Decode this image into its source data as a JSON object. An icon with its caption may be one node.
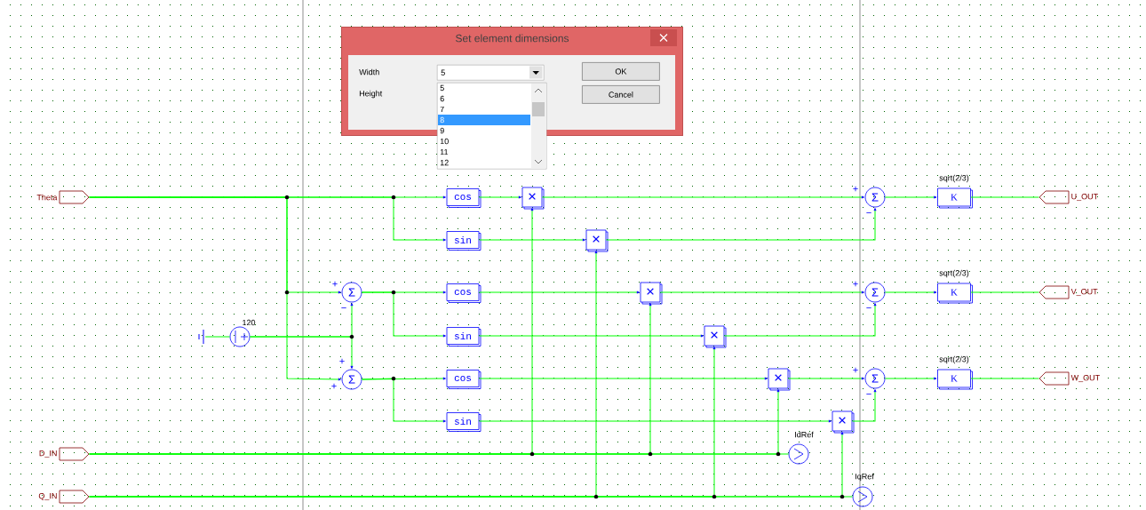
{
  "diagram": {
    "nodes": [
      {
        "text": [
          "Set element dimensions"
        ]
      },
      {
        "text": [
          "5"
        ],
        "in": 0
      },
      {
        "text": [
          "5",
          "6",
          "7",
          "8",
          "9",
          "10",
          "11",
          "12"
        ]
      },
      {
        "text": [
          "OK"
        ],
        "in": 0
      },
      {
        "text": [
          "Cancel"
        ],
        "in": 0
      },
      {
        "text": [
          "Theta"
        ]
      },
      {
        "text": [
          "D_IN"
        ]
      },
      {
        "text": [
          "Q_IN"
        ]
      },
      {
        "text": [],
        "shape": "ground"
      },
      {
        "text": [],
        "shape": "circle",
        "beside": [
          "120"
        ]
      },
      {
        "text": [
          "Σ"
        ],
        "beside": [
          "+",
          "−"
        ]
      },
      {
        "text": [
          "Σ"
        ],
        "beside": [
          "+",
          "+"
        ]
      },
      {
        "text": [
          "cos"
        ]
      },
      {
        "text": [
          "sin"
        ]
      },
      {
        "text": [
          "cos"
        ]
      },
      {
        "text": [
          "sin"
        ]
      },
      {
        "text": [
          "cos"
        ]
      },
      {
        "text": [
          "sin"
        ]
      },
      {
        "text": [
          "×"
        ]
      },
      {
        "text": [
          "×"
        ]
      },
      {
        "text": [
          "×"
        ]
      },
      {
        "text": [
          "×"
        ]
      },
      {
        "text": [
          "×"
        ]
      },
      {
        "text": [],
        "shape": "circle",
        "beside": [
          "IdRef"
        ]
      },
      {
        "text": [
          "×"
        ]
      },
      {
        "text": [],
        "shape": "circle",
        "beside": [
          "IqRef"
        ]
      },
      {
        "text": [
          "Σ"
        ],
        "beside": [
          "+",
          "−"
        ]
      },
      {
        "text": [
          "K"
        ],
        "beside": [
          "sqrt(2/3)"
        ]
      },
      {
        "text": [
          "U_OUT"
        ]
      },
      {
        "text": [
          "Σ"
        ],
        "beside": [
          "+",
          "−"
        ]
      },
      {
        "text": [
          "K"
        ],
        "beside": [
          "sqrt(2/3)"
        ]
      },
      {
        "text": [
          "V_OUT"
        ]
      },
      {
        "text": [
          "Σ"
        ],
        "beside": [
          "+",
          "−"
        ]
      },
      {
        "text": [
          "K"
        ],
        "beside": [
          "sqrt(2/3)"
        ]
      },
      {
        "text": [
          "W_OUT"
        ]
      }
    ],
    "edges": [
      {
        "from": 5,
        "to": 12,
        "arrow": "to"
      },
      {
        "from": 5,
        "to": 13,
        "arrow": "to"
      },
      {
        "from": 5,
        "to": 10,
        "arrow": "to"
      },
      {
        "from": 5,
        "to": 11,
        "arrow": "to"
      },
      {
        "from": 8,
        "to": 9,
        "arrow": "none"
      },
      {
        "from": 9,
        "to": 10,
        "arrow": "to"
      },
      {
        "from": 9,
        "to": 11,
        "arrow": "to"
      },
      {
        "from": 10,
        "to": 14,
        "arrow": "to"
      },
      {
        "from": 10,
        "to": 15,
        "arrow": "to"
      },
      {
        "from": 11,
        "to": 16,
        "arrow": "to"
      },
      {
        "from": 11,
        "to": 17,
        "arrow": "to"
      },
      {
        "from": 12,
        "to": 18,
        "arrow": "to"
      },
      {
        "from": 13,
        "to": 19,
        "arrow": "to"
      },
      {
        "from": 14,
        "to": 20,
        "arrow": "to"
      },
      {
        "from": 15,
        "to": 21,
        "arrow": "to"
      },
      {
        "from": 16,
        "to": 22,
        "arrow": "to"
      },
      {
        "from": 17,
        "to": 24,
        "arrow": "to"
      },
      {
        "from": 6,
        "to": 18,
        "arrow": "to"
      },
      {
        "from": 6,
        "to": 20,
        "arrow": "to"
      },
      {
        "from": 6,
        "to": 22,
        "arrow": "to"
      },
      {
        "from": 6,
        "to": 23,
        "arrow": "none"
      },
      {
        "from": 7,
        "to": 19,
        "arrow": "to"
      },
      {
        "from": 7,
        "to": 21,
        "arrow": "to"
      },
      {
        "from": 7,
        "to": 24,
        "arrow": "to"
      },
      {
        "from": 7,
        "to": 25,
        "arrow": "none"
      },
      {
        "from": 18,
        "to": 26,
        "arrow": "to"
      },
      {
        "from": 19,
        "to": 26,
        "arrow": "to"
      },
      {
        "from": 20,
        "to": 29,
        "arrow": "to"
      },
      {
        "from": 21,
        "to": 29,
        "arrow": "to"
      },
      {
        "from": 22,
        "to": 32,
        "arrow": "to"
      },
      {
        "from": 24,
        "to": 32,
        "arrow": "to"
      },
      {
        "from": 26,
        "to": 27,
        "arrow": "to"
      },
      {
        "from": 27,
        "to": 28,
        "arrow": "none"
      },
      {
        "from": 29,
        "to": 30,
        "arrow": "to"
      },
      {
        "from": 30,
        "to": 31,
        "arrow": "none"
      },
      {
        "from": 32,
        "to": 33,
        "arrow": "to"
      },
      {
        "from": 33,
        "to": 34,
        "arrow": "none"
      }
    ],
    "labels": [
      "Width",
      "Height"
    ]
  }
}
